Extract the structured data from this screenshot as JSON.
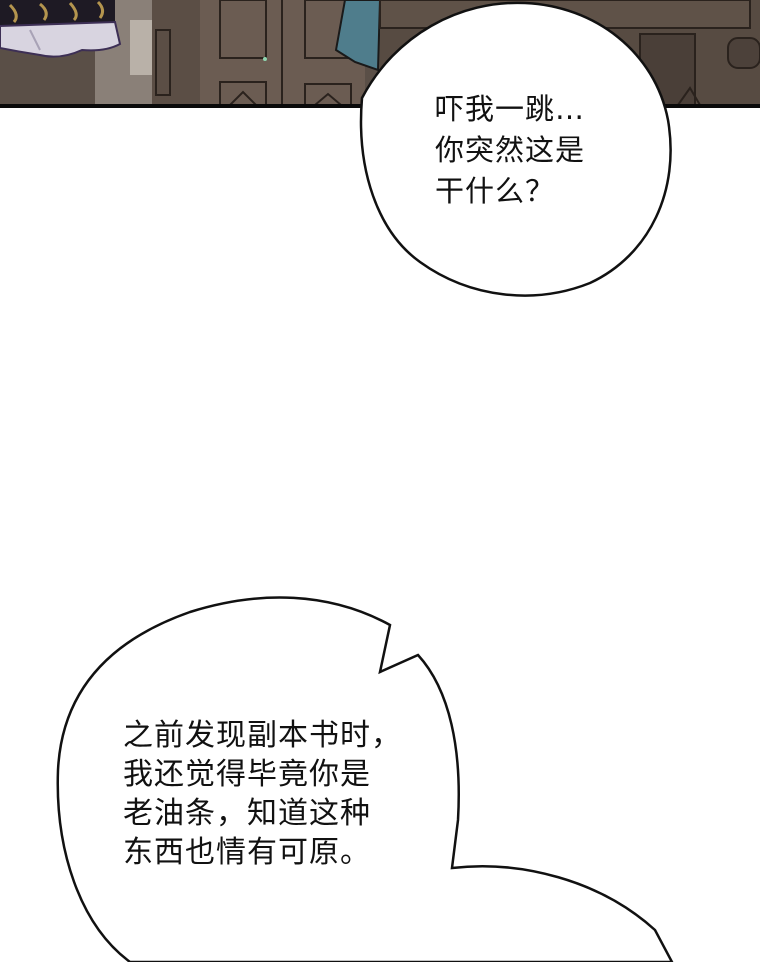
{
  "comic": {
    "panel_top": {
      "description": "Illustrated scene: interior room with carved wooden doors, character's patterned robe hem at left, blue cloak at right",
      "colors": {
        "wall": "#5e5248",
        "door": "#6b5c52",
        "door_dark": "#3e342e",
        "robe_pattern": "#1e1a24",
        "robe_gold": "#b4954e",
        "robe_skirt": "#d8d4e0",
        "cloak": "#4f7d8c",
        "border": "#0a0a0a"
      }
    },
    "bubbles": [
      {
        "id": "bubble1",
        "lines": [
          "吓我一跳…",
          "你突然这是",
          "干什么？"
        ]
      },
      {
        "id": "bubble2",
        "lines": [
          "之前发现副本书时，",
          "我还觉得毕竟你是",
          "老油条，知道这种",
          "东西也情有可原。"
        ]
      }
    ]
  },
  "text": {
    "bubble1": "吓我一跳…\n你突然这是\n干什么？",
    "bubble2": "之前发现副本书时，\n我还觉得毕竟你是\n老油条，知道这种\n东西也情有可原。"
  }
}
